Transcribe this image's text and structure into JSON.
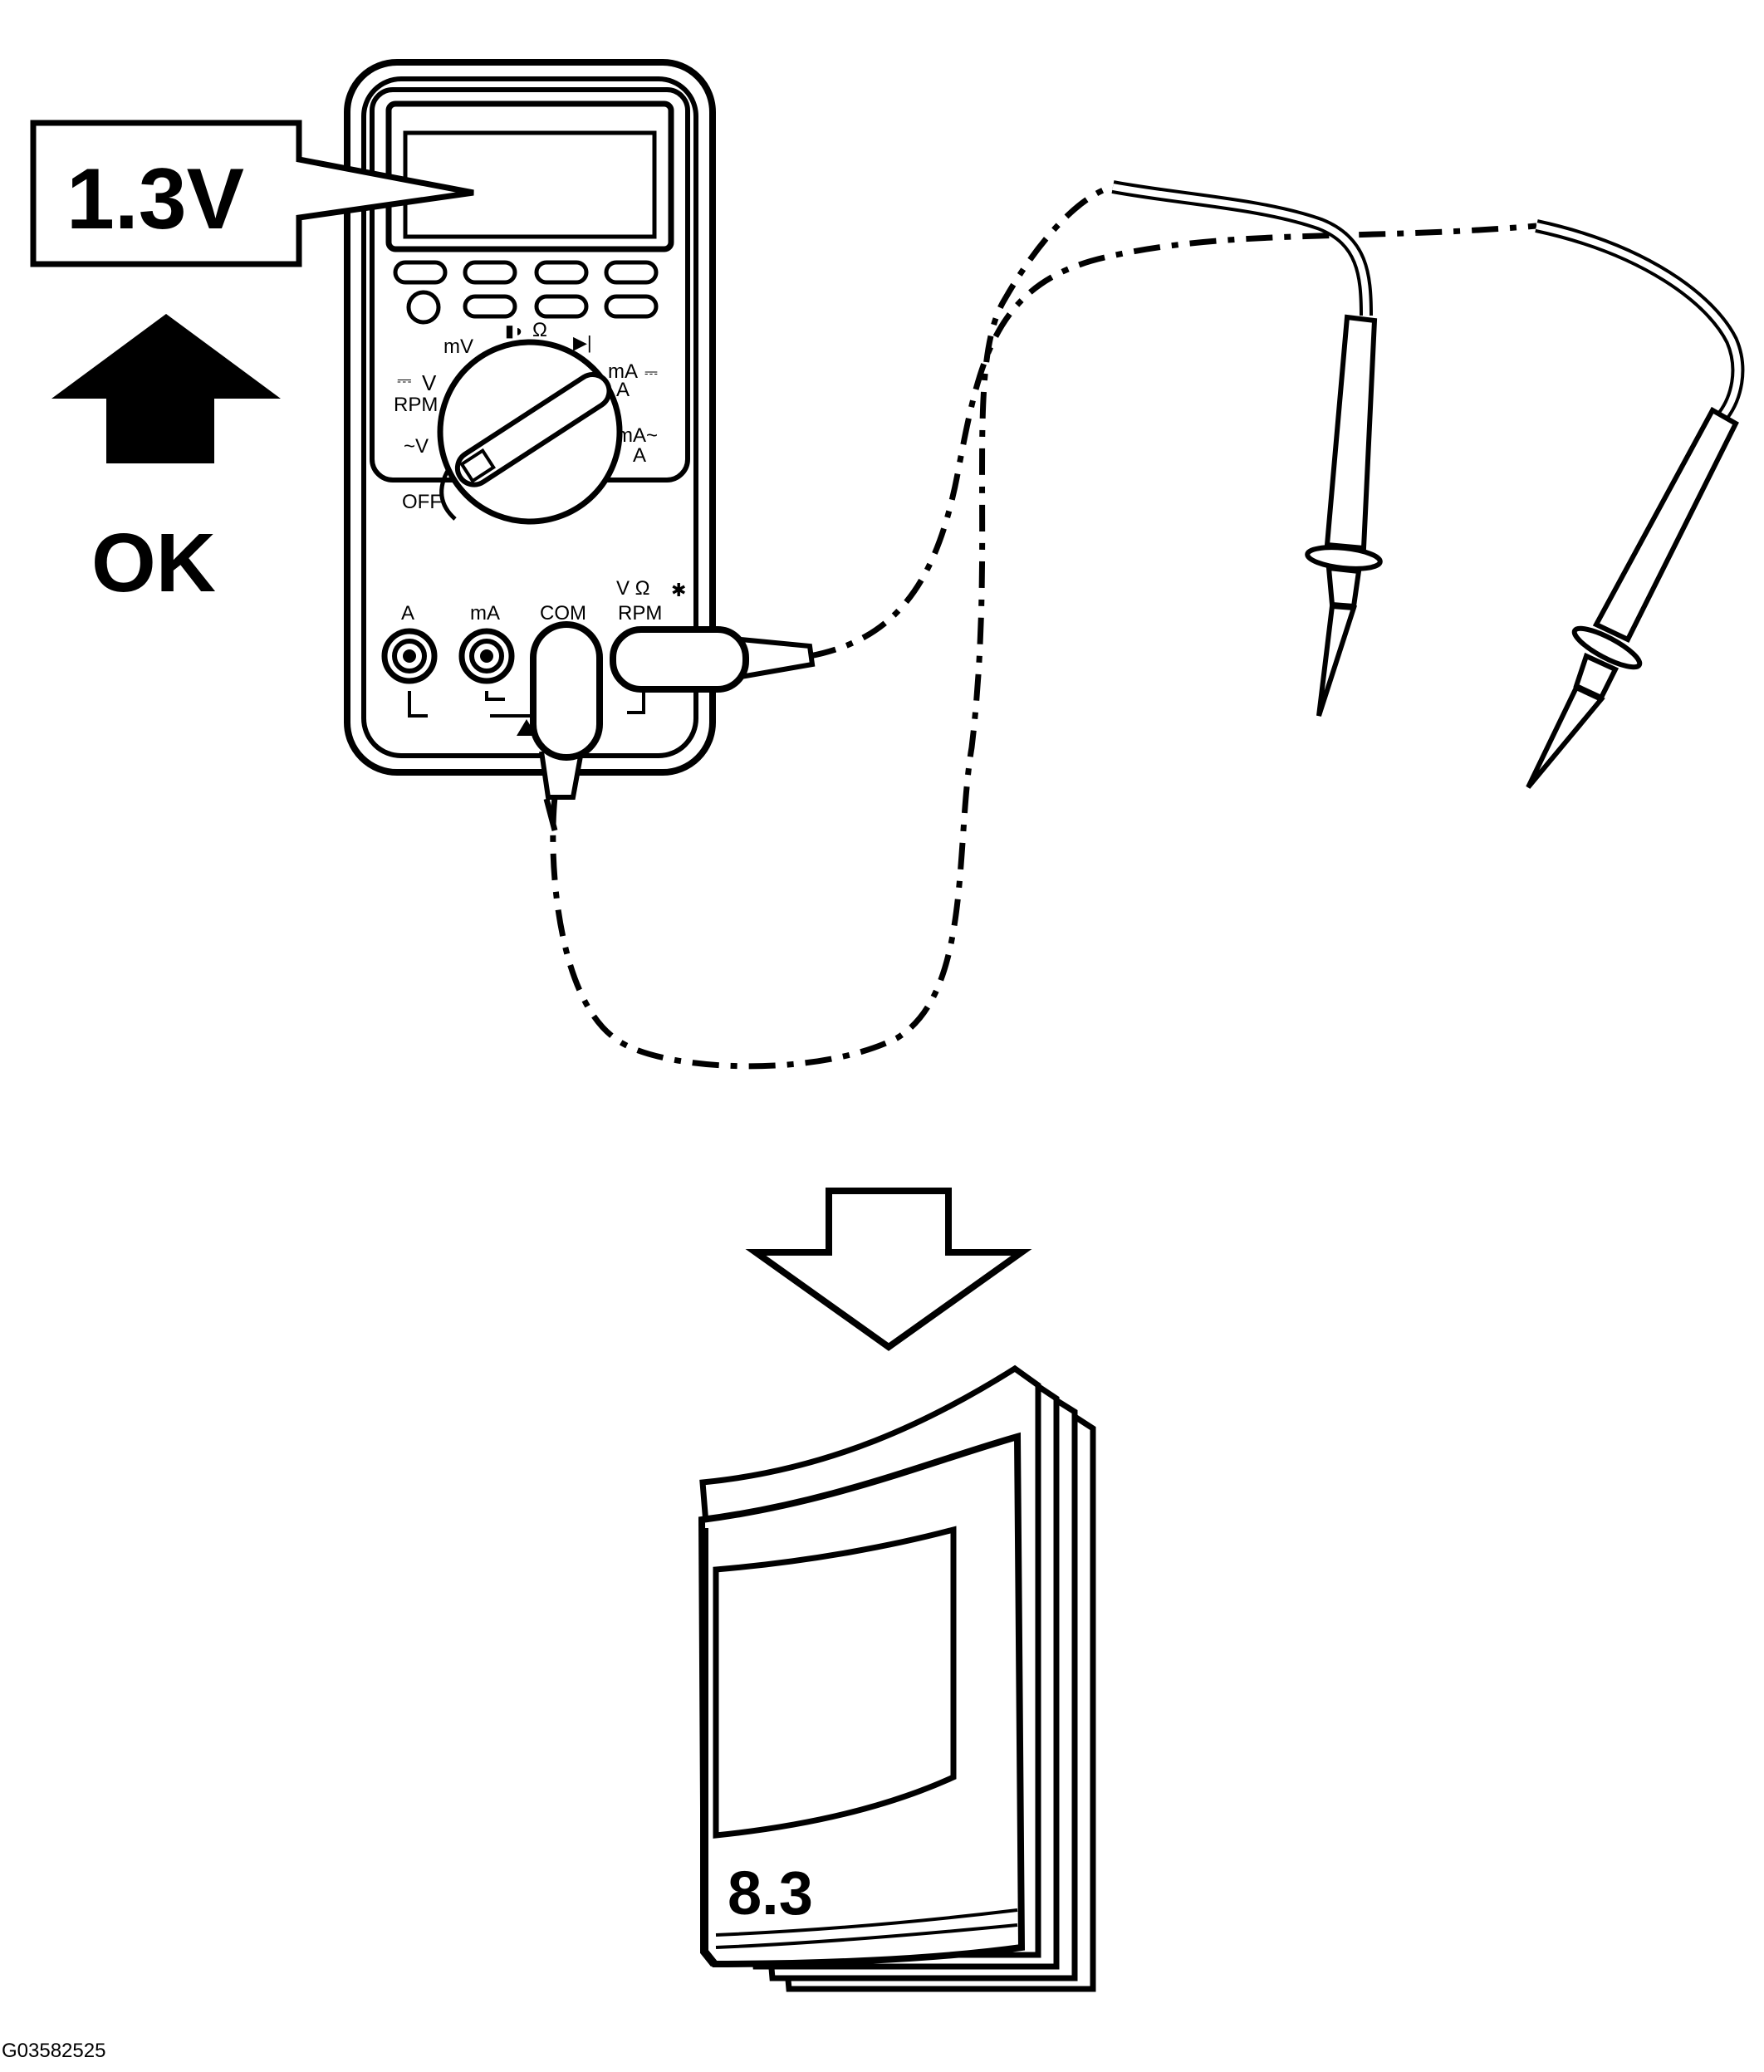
{
  "reading": {
    "value": "1.3V"
  },
  "status": {
    "label": "OK"
  },
  "dial": {
    "dcv": "V",
    "dcv_rpm": "RPM",
    "mv": "mV",
    "ohm": "Ω",
    "ma_dc": "mA",
    "a_dc": "A",
    "ma_ac": "mA~",
    "a_ac": "A",
    "acv": "~V",
    "off": "OFF"
  },
  "jacks": {
    "a": "A",
    "ma": "mA",
    "com": "COM",
    "v_ohm": "V Ω",
    "rpm": "RPM"
  },
  "manual": {
    "section": "8.3"
  },
  "figure": {
    "code": "G03582525"
  },
  "colors": {
    "ink": "#000000",
    "paper": "#ffffff"
  }
}
